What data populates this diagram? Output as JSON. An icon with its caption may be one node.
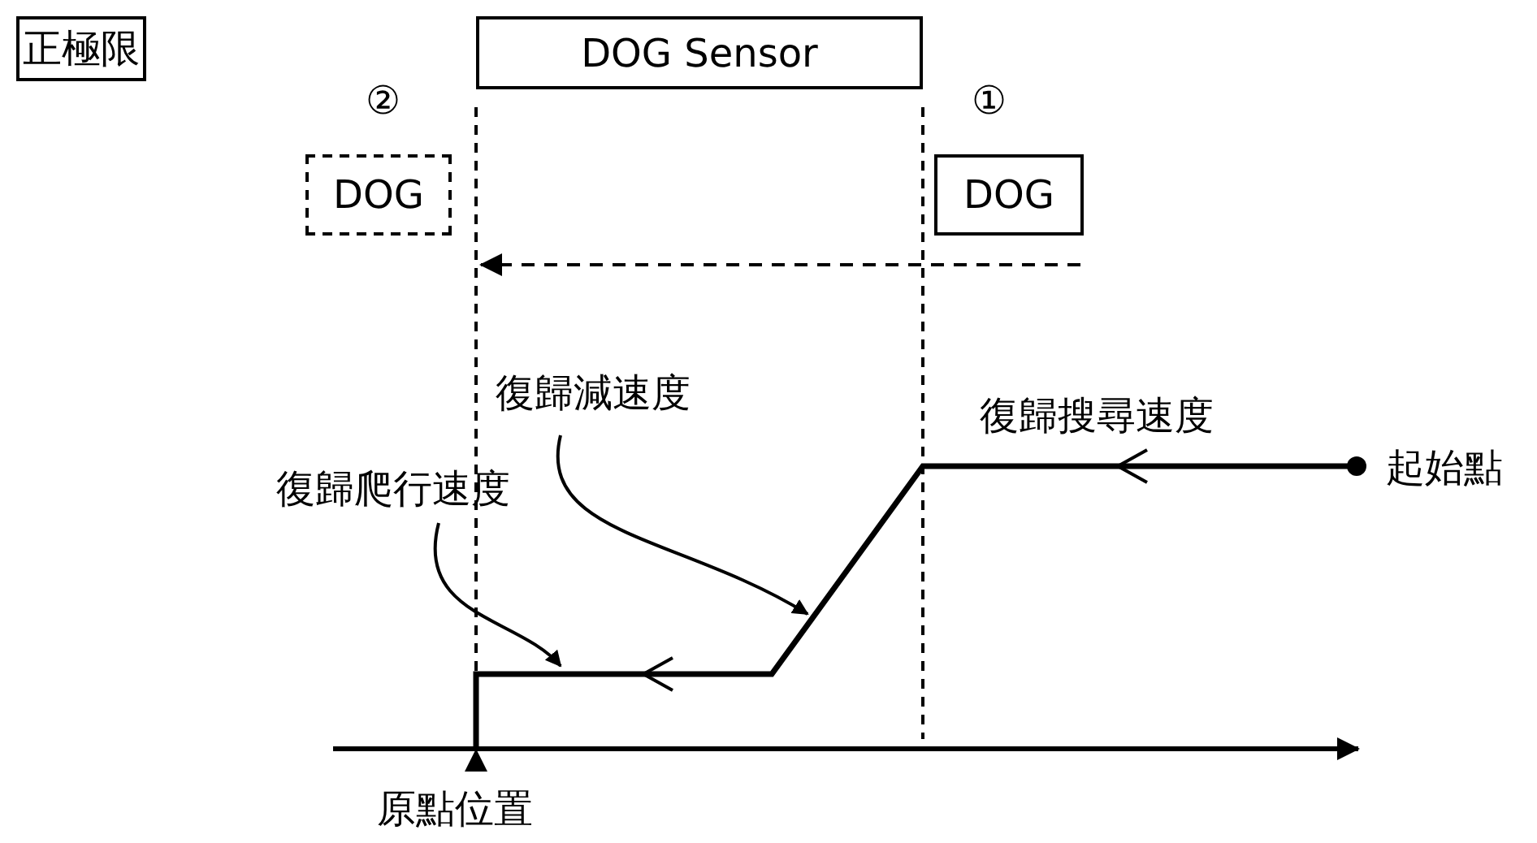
{
  "diagram": {
    "nodes": [
      {
        "text": [
          "正極限"
        ]
      },
      {
        "text": [
          "DOG Sensor"
        ]
      },
      {
        "text": [
          "DOG"
        ],
        "beside": [
          "②"
        ]
      },
      {
        "text": [
          "DOG"
        ],
        "beside": [
          "①"
        ]
      },
      {
        "text": [
          "復歸減速度"
        ]
      },
      {
        "text": [
          "復歸爬行速度"
        ]
      }
    ],
    "edges": [
      {
        "from": 4,
        "to": null,
        "arrow": "to"
      },
      {
        "from": 5,
        "to": null,
        "arrow": "to"
      }
    ],
    "labels": [
      "復歸搜尋速度",
      "起始點",
      "原點位置"
    ]
  }
}
